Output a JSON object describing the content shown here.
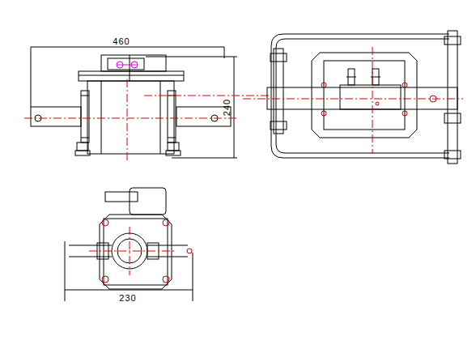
{
  "diagram": {
    "labels": [
      "460",
      "240",
      "230"
    ]
  }
}
